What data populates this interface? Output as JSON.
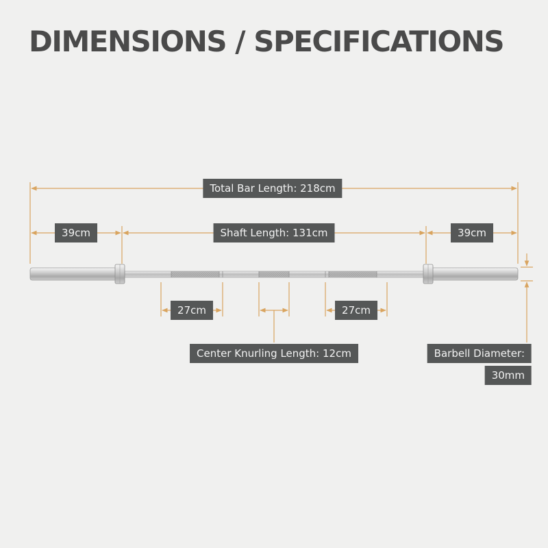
{
  "title": "DIMENSIONS / SPECIFICATIONS",
  "labels": {
    "total_length": "Total Bar Length: 218cm",
    "sleeve_left": "39cm",
    "shaft_length": "Shaft Length: 131cm",
    "sleeve_right": "39cm",
    "grip_knurl_left": "27cm",
    "grip_knurl_right": "27cm",
    "center_knurl": "Center Knurling Length: 12cm",
    "diameter_line1": "Barbell Diameter:",
    "diameter_line2": "30mm"
  },
  "colors": {
    "dimension_line": "#d9a45f",
    "label_bg": "#555757",
    "label_text": "#f2f2f2",
    "title": "#4a4a4a",
    "background": "#f0f0ef"
  }
}
